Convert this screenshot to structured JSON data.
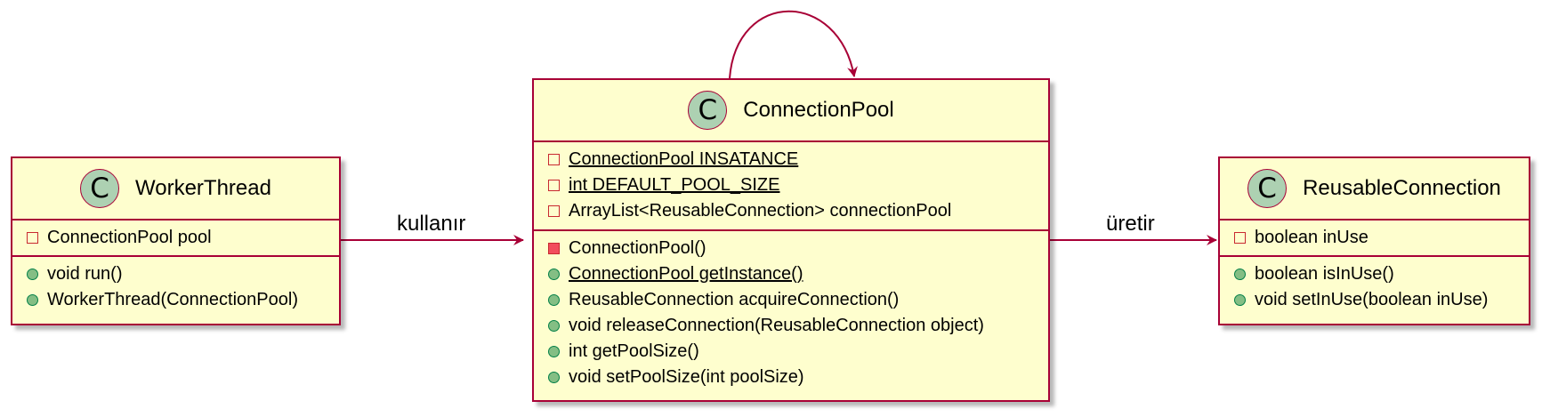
{
  "classes": {
    "worker_thread": {
      "name": "WorkerThread",
      "stereotype": "C",
      "fields": [
        {
          "vis": "private-field",
          "text": "ConnectionPool pool",
          "static": false
        }
      ],
      "methods": [
        {
          "vis": "public-method",
          "text": "void run()",
          "static": false
        },
        {
          "vis": "public-method",
          "text": "WorkerThread(ConnectionPool)",
          "static": false
        }
      ]
    },
    "connection_pool": {
      "name": "ConnectionPool",
      "stereotype": "C",
      "fields": [
        {
          "vis": "private-field",
          "text": "ConnectionPool INSATANCE",
          "static": true
        },
        {
          "vis": "private-field",
          "text": "int DEFAULT_POOL_SIZE",
          "static": true
        },
        {
          "vis": "private-field",
          "text": "ArrayList<ReusableConnection> connectionPool",
          "static": false
        }
      ],
      "methods": [
        {
          "vis": "private-method",
          "text": "ConnectionPool()",
          "static": false
        },
        {
          "vis": "public-method",
          "text": "ConnectionPool getInstance()",
          "static": true
        },
        {
          "vis": "public-method",
          "text": "ReusableConnection acquireConnection()",
          "static": false
        },
        {
          "vis": "public-method",
          "text": "void releaseConnection(ReusableConnection object)",
          "static": false
        },
        {
          "vis": "public-method",
          "text": "int getPoolSize()",
          "static": false
        },
        {
          "vis": "public-method",
          "text": "void setPoolSize(int poolSize)",
          "static": false
        }
      ]
    },
    "reusable_connection": {
      "name": "ReusableConnection",
      "stereotype": "C",
      "fields": [
        {
          "vis": "private-field",
          "text": "boolean inUse",
          "static": false
        }
      ],
      "methods": [
        {
          "vis": "public-method",
          "text": "boolean isInUse()",
          "static": false
        },
        {
          "vis": "public-method",
          "text": "void setInUse(boolean inUse)",
          "static": false
        }
      ]
    }
  },
  "relations": {
    "uses_label": "kullanır",
    "creates_label": "üretir"
  },
  "colors": {
    "class_fill": "#fefece",
    "class_border": "#a80036",
    "stereotype_fill": "#add1b2",
    "arrow": "#a80036"
  }
}
